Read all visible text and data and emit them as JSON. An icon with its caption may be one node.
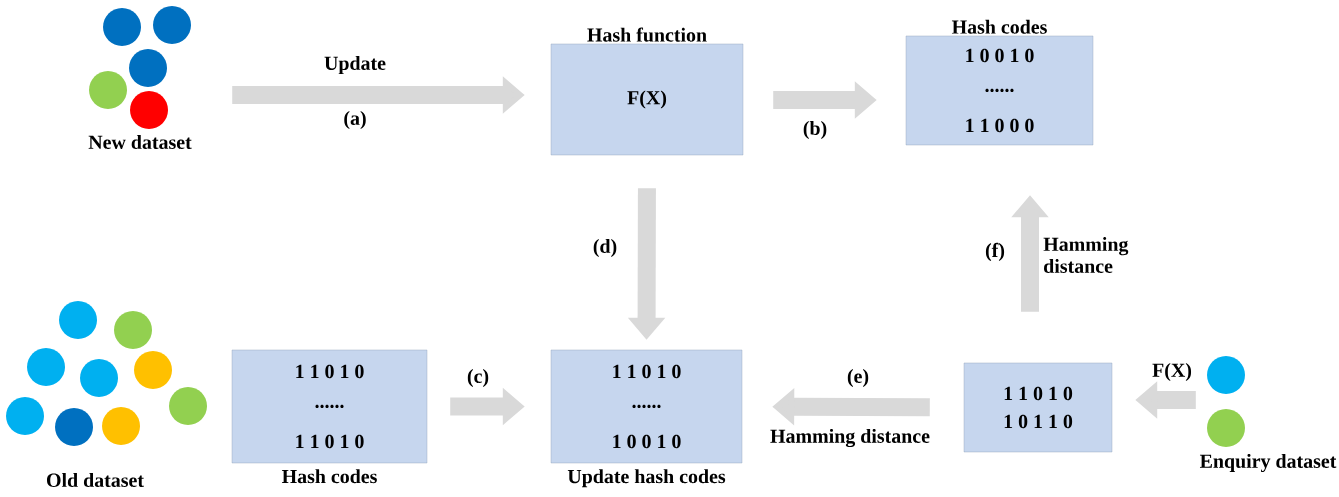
{
  "diagram": {
    "nodes": [
      {
        "text": [
          "New dataset"
        ]
      },
      {
        "text": [
          "Hash function",
          "F(X)"
        ]
      },
      {
        "text": [
          "Hash codes",
          "1 0 0 1 0",
          "......",
          "1 1 0 0 0"
        ]
      },
      {
        "text": [
          "Old dataset"
        ]
      },
      {
        "text": [
          "1 1 0 1 0",
          "......",
          "1 1 0 1 0",
          "Hash codes"
        ]
      },
      {
        "text": [
          "1 1 0 1 0",
          "......",
          "1 0 0 1 0",
          "Update hash codes"
        ]
      },
      {
        "text": [
          "1 1 0 1 0",
          "1 0 1 1 0"
        ]
      },
      {
        "text": [
          "Enquiry dataset"
        ]
      }
    ],
    "edges": [
      {
        "from": 0,
        "to": 1,
        "arrow": "to",
        "label": "(a)"
      },
      {
        "from": 1,
        "to": 2,
        "arrow": "to",
        "label": "(b)"
      },
      {
        "from": 4,
        "to": 5,
        "arrow": "to",
        "label": "(c)"
      },
      {
        "from": 1,
        "to": 5,
        "arrow": "to",
        "label": "(d)"
      },
      {
        "from": 6,
        "to": 5,
        "arrow": "to",
        "label": "(e)"
      },
      {
        "from": 6,
        "to": 2,
        "arrow": "to",
        "label": "(f)"
      },
      {
        "from": 7,
        "to": 6,
        "arrow": "to",
        "label": "F(X)"
      }
    ],
    "labels": [
      "Update",
      "Hamming distance",
      "Hamming distance"
    ]
  }
}
